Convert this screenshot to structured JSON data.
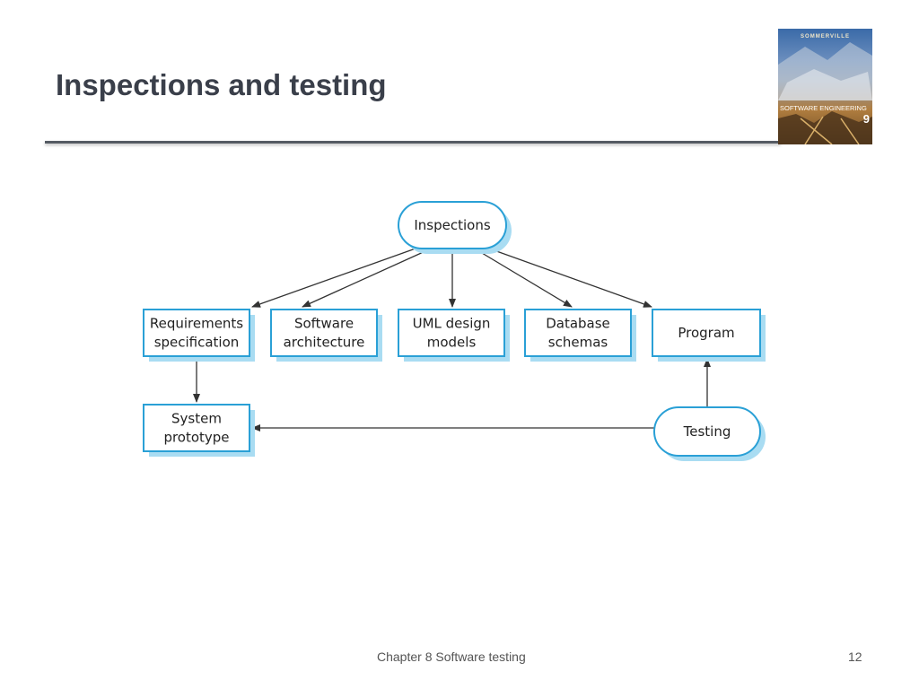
{
  "slide": {
    "title": "Inspections and testing",
    "footer": "Chapter 8 Software testing",
    "page_number": "12"
  },
  "book_cover": {
    "author": "SOMMERVILLE",
    "title": "SOFTWARE ENGINEERING",
    "edition": "9"
  },
  "diagram": {
    "colors": {
      "border": "#2aa0d6",
      "shadow": "#a9dcf2",
      "arrow": "#333333"
    },
    "nodes": {
      "inspections": {
        "shape": "rounded",
        "lines": [
          "Inspections"
        ]
      },
      "requirements": {
        "shape": "box",
        "lines": [
          "Requirements",
          "specification"
        ]
      },
      "architecture": {
        "shape": "box",
        "lines": [
          "Software",
          "architecture"
        ]
      },
      "uml": {
        "shape": "box",
        "lines": [
          "UML design",
          "models"
        ]
      },
      "database": {
        "shape": "box",
        "lines": [
          "Database",
          "schemas"
        ]
      },
      "program": {
        "shape": "box",
        "lines": [
          "Program"
        ]
      },
      "prototype": {
        "shape": "box",
        "lines": [
          "System",
          "prototype"
        ]
      },
      "testing": {
        "shape": "rounded",
        "lines": [
          "Testing"
        ]
      }
    },
    "edges": [
      {
        "from": "inspections",
        "to": "requirements"
      },
      {
        "from": "inspections",
        "to": "architecture"
      },
      {
        "from": "inspections",
        "to": "uml"
      },
      {
        "from": "inspections",
        "to": "database"
      },
      {
        "from": "inspections",
        "to": "program"
      },
      {
        "from": "requirements",
        "to": "prototype"
      },
      {
        "from": "testing",
        "to": "prototype"
      },
      {
        "from": "testing",
        "to": "program"
      }
    ]
  }
}
